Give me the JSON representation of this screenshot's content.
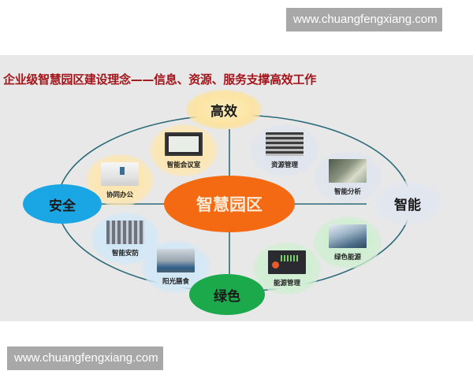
{
  "watermarks": {
    "top": "www.chuangfengxiang.com",
    "bottom": "www.chuangfengxiang.com"
  },
  "diagram": {
    "title": "企业级智慧园区建设理念——信息、资源、服务支撑高效工作",
    "center": "智慧园区",
    "pillars": {
      "top": "高效",
      "left": "安全",
      "bottom": "绿色",
      "right": "智能"
    },
    "features": [
      {
        "label": "智能会议室",
        "image": "meeting-tablet"
      },
      {
        "label": "协同办公",
        "image": "office-desks"
      },
      {
        "label": "资源管理",
        "image": "building-layers"
      },
      {
        "label": "智能分析",
        "image": "analysis-building"
      },
      {
        "label": "智能安防",
        "image": "security-monitor-wall"
      },
      {
        "label": "阳光膳食",
        "image": "canteen"
      },
      {
        "label": "能源管理",
        "image": "energy-dashboard"
      },
      {
        "label": "绿色能源",
        "image": "solar-panels"
      }
    ],
    "colors": {
      "title": "#a3161c",
      "center": "#f46a12",
      "safety": "#1aa6e4",
      "green": "#1ba94c",
      "efficiency": "#fbe3a2",
      "intelligence": "#e2e7ef",
      "line": "#2a6a78",
      "panel": "#e8e8e8"
    }
  }
}
